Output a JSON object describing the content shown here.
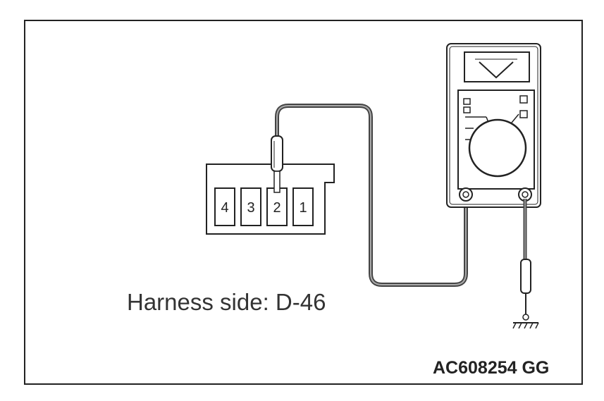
{
  "caption": "Harness side: D-46",
  "figure_id": "AC608254 GG",
  "connector": {
    "pins": [
      "4",
      "3",
      "2",
      "1"
    ],
    "probed_pin": "2"
  },
  "colors": {
    "line": "#222222",
    "lead": "#666666",
    "dial": "#ffffff"
  }
}
